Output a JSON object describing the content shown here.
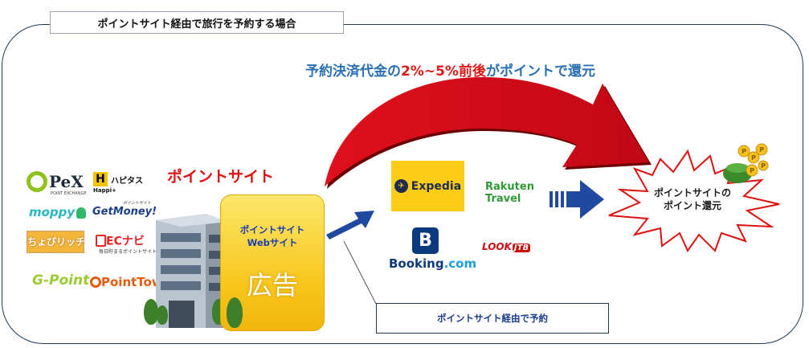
{
  "title": "ポイントサイト経由で旅行を予約する場合",
  "top_caption": {
    "prefix": "予約決済代金の",
    "highlight": "2%~5%前後",
    "suffix": "がポイントで還元"
  },
  "point_site_label": "ポイントサイト",
  "point_site_logos": [
    {
      "name": "PeX",
      "sub": "POINT EXCHANGE"
    },
    {
      "name": "ハピタス",
      "sub": "Happi+"
    },
    {
      "name": "moppy"
    },
    {
      "name": "GetMoney!",
      "sub": "ポイントサイト"
    },
    {
      "name": "ちょびリッチ"
    },
    {
      "name": "ECナビ",
      "sub": "毎日貯まるポイントサイト"
    },
    {
      "name": "G-Point"
    },
    {
      "name": "PointTown."
    }
  ],
  "ad_panel": {
    "line1": "ポイントサイト",
    "line2": "Webサイト",
    "big": "広告"
  },
  "merchants": [
    {
      "name": "Expedia"
    },
    {
      "name": "Rakuten",
      "name2": "Travel"
    },
    {
      "name": "Booking",
      "suffix": ".com",
      "icon_letter": "B"
    },
    {
      "name": "LOOK",
      "suffix": "JTB"
    }
  ],
  "booking_box": "ポイントサイト経由で予約",
  "burst": {
    "line1": "ポイントサイトの",
    "line2": "ポイント還元"
  },
  "coin_letter": "P",
  "colors": {
    "frame": "#1f3b5a",
    "caption_blue": "#2a6fb4",
    "highlight_red": "#e01818",
    "big_arrow_red": "#c8101e",
    "arrow_blue": "#1f4aa0",
    "panel_yellow": "#f7c419"
  }
}
